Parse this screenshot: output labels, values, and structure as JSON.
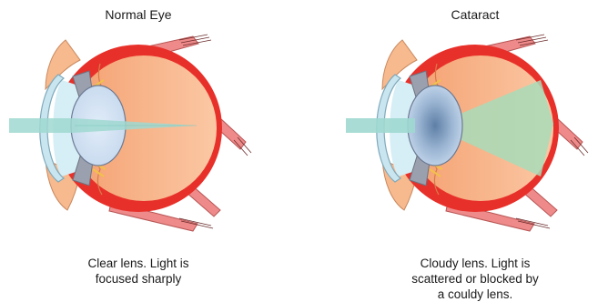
{
  "normal": {
    "title": "Normal Eye",
    "caption_lines": [
      "Clear lens. Light is",
      "focused sharply"
    ]
  },
  "cataract": {
    "title": "Cataract",
    "caption_lines": [
      "Cloudy lens. Light is",
      "scattered or blocked by",
      "a couldy lens."
    ]
  },
  "colors": {
    "sclera": "#e8302a",
    "vitreous": "#f6a878",
    "muscle": "#f08080",
    "lens": "#cfe0f2",
    "cornea": "#c9e6f0",
    "light_beam": "#9fd8d0",
    "scatter": "#a8dcb8"
  }
}
